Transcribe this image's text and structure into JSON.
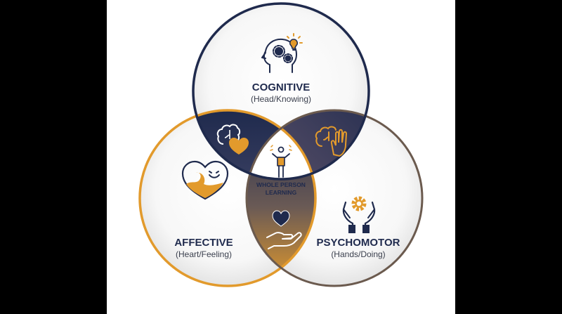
{
  "colors": {
    "navy": "#1f2a4d",
    "gold": "#e29a2c",
    "brown": "#6b5a4e",
    "background": "#000000",
    "panel": "#ffffff"
  },
  "cognitive": {
    "title": "COGNITIVE",
    "subtitle": "(Head/Knowing)",
    "icon": "head-gears-lightbulb-icon"
  },
  "affective": {
    "title": "AFFECTIVE",
    "subtitle": "(Heart/Feeling)",
    "icon": "smiling-heart-icon"
  },
  "psychomotor": {
    "title": "PSYCHOMOTOR",
    "subtitle": "(Hands/Doing)",
    "icon": "hands-gear-icon"
  },
  "center": {
    "line1": "WHOLE PERSON",
    "line2": "LEARNING",
    "icon": "person-raised-arms-icon"
  },
  "overlaps": {
    "cognitive_affective": "brain-heart-icon",
    "cognitive_psychomotor": "brain-hand-icon",
    "affective_psychomotor": "hand-heart-icon"
  }
}
